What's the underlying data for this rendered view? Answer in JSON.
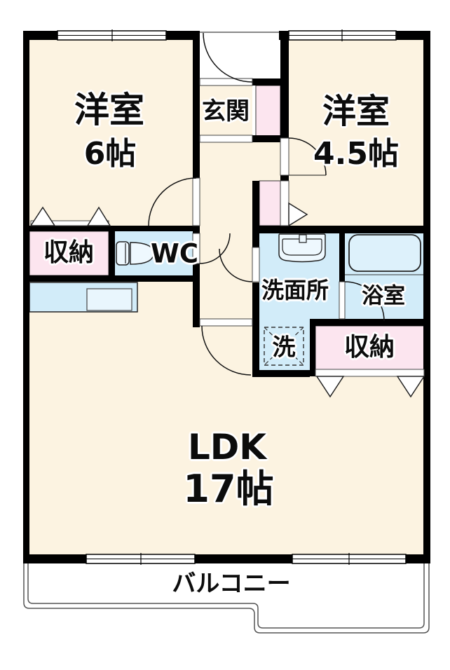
{
  "floorplan": {
    "rooms": {
      "western6": {
        "name": "洋室",
        "size": "6帖"
      },
      "western45": {
        "name": "洋室",
        "size": "4.5帖"
      },
      "ldk": {
        "name": "LDK",
        "size": "17帖"
      },
      "entrance": {
        "name": "玄関"
      },
      "storage_left": {
        "name": "収納"
      },
      "wc": {
        "name": "WC"
      },
      "washroom": {
        "name": "洗面所"
      },
      "bathroom": {
        "name": "浴室"
      },
      "laundry": {
        "name": "洗"
      },
      "storage_right": {
        "name": "収納"
      },
      "balcony": {
        "name": "バルコニー"
      }
    },
    "colors": {
      "wall": "#000000",
      "floor_cream": "#fcf3e1",
      "closet_pink": "#fce5ef",
      "water_blue": "#d2ecf9",
      "tub_blue": "#ddf1fb",
      "counter_inner": "#e9f6fd",
      "fixture_white": "#eef8fe",
      "opening_white": "#ffffff",
      "background": "#ffffff"
    }
  }
}
